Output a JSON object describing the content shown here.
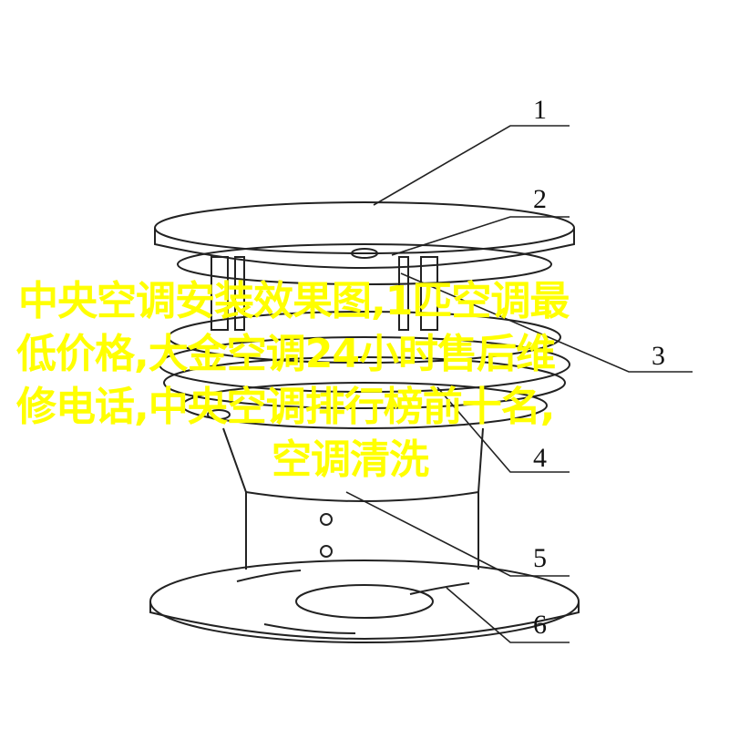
{
  "diagram": {
    "part_labels": [
      "1",
      "2",
      "3",
      "4",
      "5",
      "6"
    ]
  },
  "overlay_caption": {
    "lines": [
      "中央空调安装效果图,1匹空调最",
      "低价格,大金空调24小时售后维",
      "修电话,中央空调排行榜前十名,",
      "空调清洗"
    ],
    "color": "#ffff00"
  }
}
